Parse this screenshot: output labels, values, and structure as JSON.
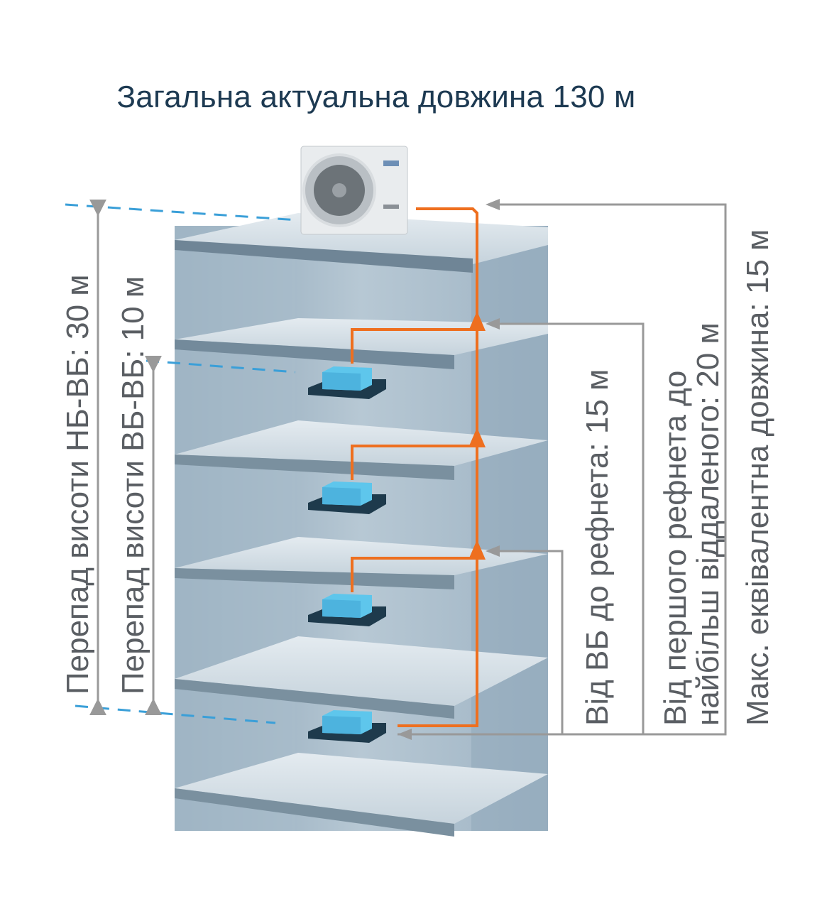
{
  "title": "Загальна актуальна довжина 130 м",
  "labels": {
    "height_outdoor_indoor": "Перепад висоти НБ-ВБ: 30 м",
    "height_indoor_indoor": "Перепад висоти ВБ-ВБ: 10 м",
    "indoor_to_refnet": "Від ВБ до рефнета: 15 м",
    "first_refnet_line1": "Від першого рефнета до",
    "first_refnet_line2": "найбільш віддаленого: 20 м",
    "max_equivalent": "Макс. еквівалентна довжина: 15 м"
  },
  "colors": {
    "pipe": "#ee6f1f",
    "measure": "#999999",
    "dashed": "#3a9fd8",
    "building": "#9fb5c4",
    "floor": "#d4dee6",
    "unit": "#56c1e8"
  },
  "icons": [
    "outdoor-unit-icon",
    "indoor-unit-icon"
  ]
}
